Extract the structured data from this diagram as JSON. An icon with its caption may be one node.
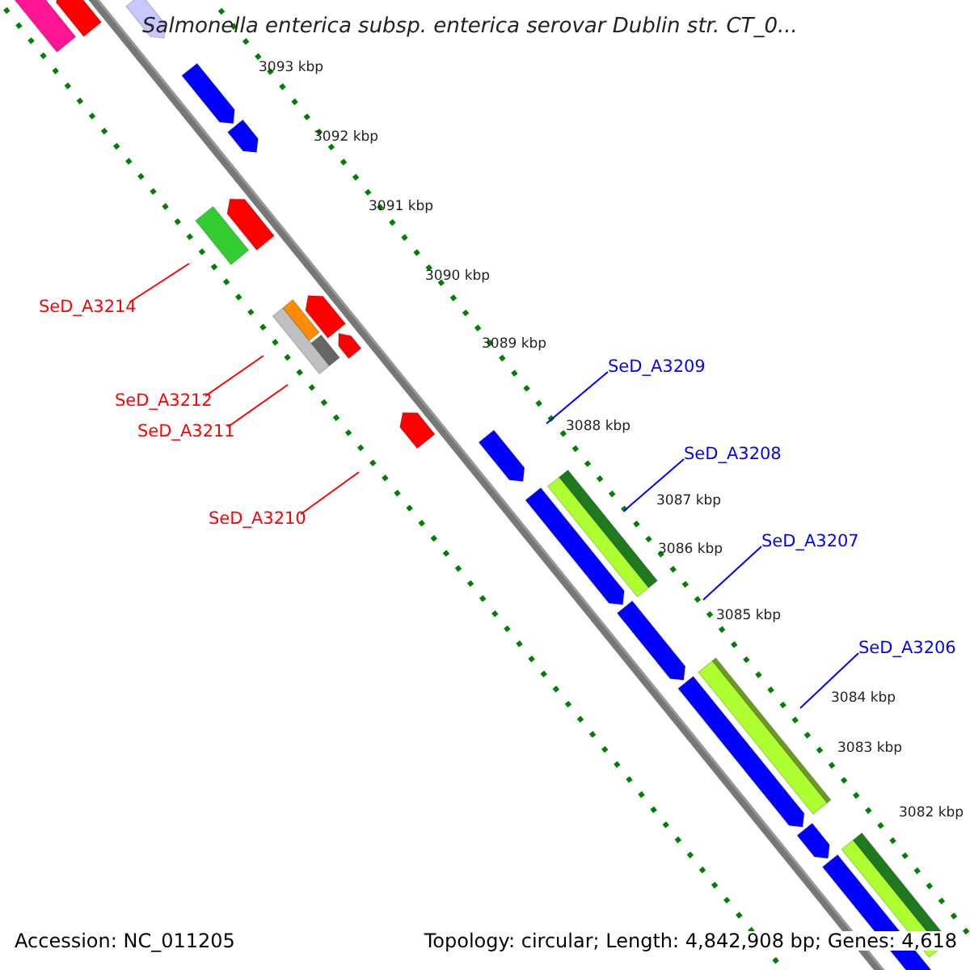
{
  "diagram": {
    "title": "Salmonella enterica subsp. enterica serovar Dublin str. CT_0...",
    "nodes": [
      {
        "text": [
          "SeD_A3214"
        ]
      },
      {
        "text": [
          "SeD_A3209"
        ]
      },
      {
        "text": [
          "SeD_A3212"
        ]
      },
      {
        "text": [
          "SeD_A3211"
        ]
      },
      {
        "text": [
          "SeD_A3208"
        ]
      },
      {
        "text": [
          "SeD_A3210"
        ]
      },
      {
        "text": [
          "SeD_A3207"
        ]
      },
      {
        "text": [
          "SeD_A3206"
        ]
      }
    ],
    "edges": [
      {
        "from": 0,
        "to": null,
        "arrow": "none",
        "color": "#ff0000"
      },
      {
        "from": 1,
        "to": null,
        "arrow": "none",
        "color": "#0000ff"
      },
      {
        "from": 2,
        "to": null,
        "arrow": "none",
        "color": "#ff0000"
      },
      {
        "from": 3,
        "to": null,
        "arrow": "none",
        "color": "#ff0000"
      },
      {
        "from": 4,
        "to": null,
        "arrow": "none",
        "color": "#0000ff"
      },
      {
        "from": 5,
        "to": null,
        "arrow": "none",
        "color": "#ff0000"
      },
      {
        "from": 6,
        "to": null,
        "arrow": "none",
        "color": "#0000ff"
      },
      {
        "from": 7,
        "to": null,
        "arrow": "none",
        "color": "#0000ff"
      }
    ],
    "labels": [
      "3093 kbp",
      "3092 kbp",
      "3091 kbp",
      "3090 kbp",
      "3089 kbp",
      "3088 kbp",
      "3087 kbp",
      "3086 kbp",
      "3085 kbp",
      "3084 kbp",
      "3083 kbp",
      "3082 kbp",
      "Accession: NC_011205",
      "Topology: circular; Length: 4,842,908 bp; Genes: 4,618"
    ]
  }
}
